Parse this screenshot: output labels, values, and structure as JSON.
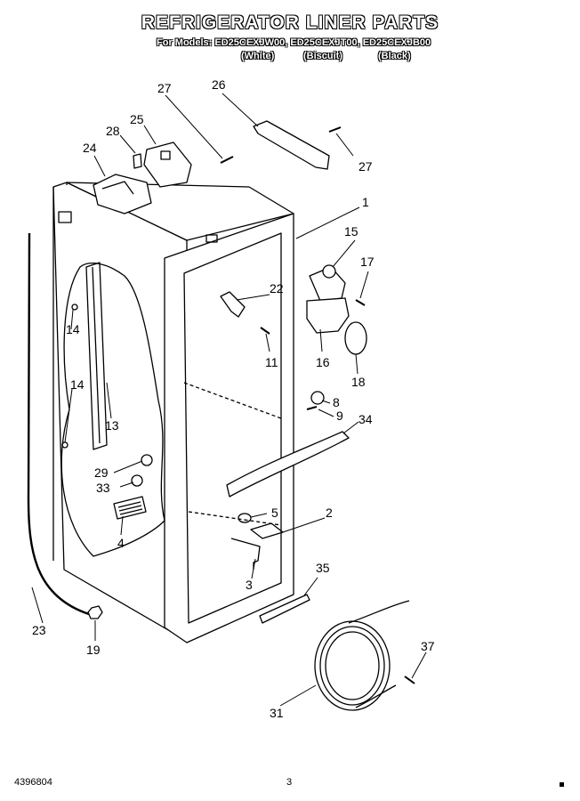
{
  "header": {
    "title": "REFRIGERATOR LINER PARTS",
    "models": "For Models: ED25CEXJW00, ED25CEXJT00, ED25CEXJB00",
    "colors": [
      "(White)",
      "(Biscuit)",
      "(Black)"
    ]
  },
  "callouts": [
    "1",
    "2",
    "3",
    "4",
    "5",
    "8",
    "9",
    "11",
    "13",
    "14",
    "14",
    "15",
    "16",
    "17",
    "18",
    "19",
    "22",
    "23",
    "24",
    "25",
    "26",
    "27",
    "27",
    "28",
    "29",
    "31",
    "33",
    "34",
    "35",
    "37"
  ],
  "footer": {
    "doc_number": "4396804",
    "page": "3"
  }
}
